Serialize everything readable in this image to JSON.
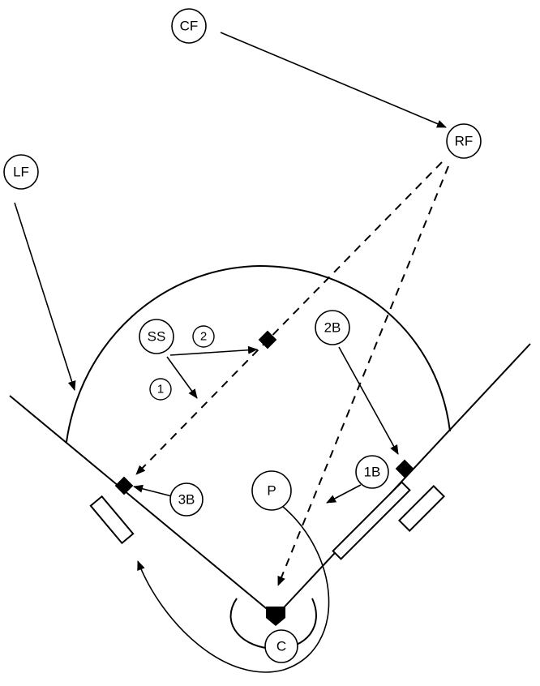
{
  "players": {
    "cf": "CF",
    "rf": "RF",
    "lf": "LF",
    "ss": "SS",
    "second_base": "2B",
    "first_base": "1B",
    "third_base": "3B",
    "pitcher": "P",
    "catcher": "C"
  },
  "steps": {
    "step1": "1",
    "step2": "2"
  }
}
